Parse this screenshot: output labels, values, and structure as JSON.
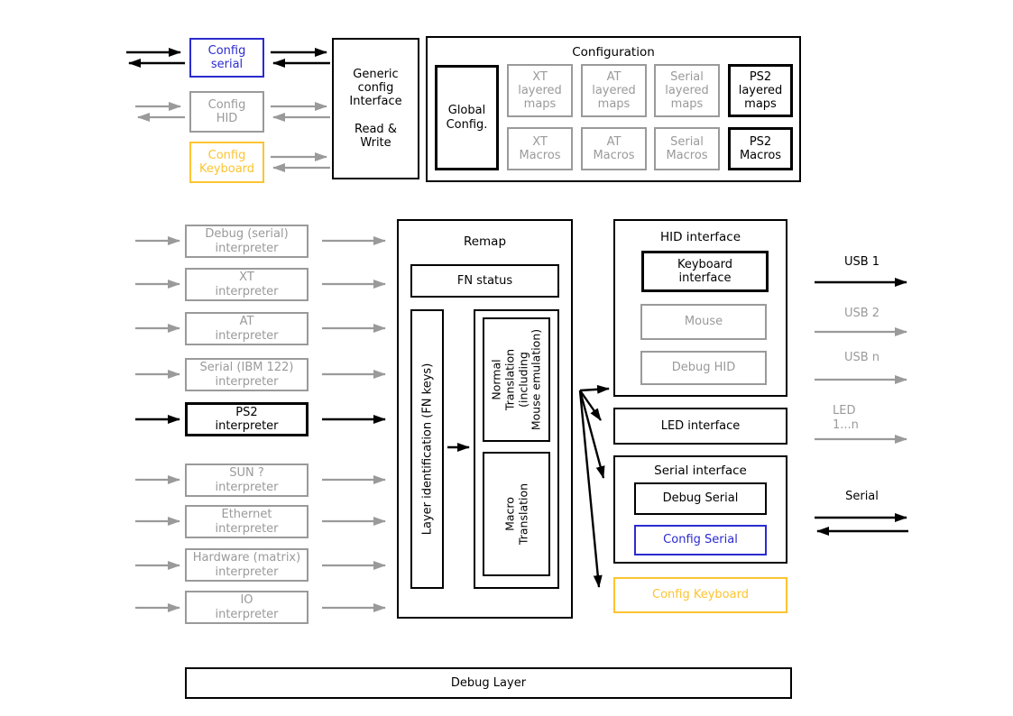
{
  "colors": {
    "active": "#000000",
    "inactive": "#9a9a9a",
    "config_serial_accent": "#2b2bd0",
    "config_keyboard_accent": "#fdc431",
    "background": "#ffffff"
  },
  "config_section": {
    "config_serial": {
      "label": "Config\nserial",
      "state": "blue"
    },
    "config_hid": {
      "label": "Config\nHID",
      "state": "inactive"
    },
    "config_keyboard": {
      "label": "Config\nKeyboard",
      "state": "yellow"
    },
    "generic_config": {
      "label": "Generic\nconfig\nInterface\n\nRead &\nWrite",
      "state": "active"
    },
    "configuration": {
      "title": "Configuration",
      "global_config": {
        "label": "Global\nConfig.",
        "state": "active"
      },
      "grid": [
        {
          "label": "XT\nlayered\nmaps",
          "state": "inactive"
        },
        {
          "label": "AT\nlayered\nmaps",
          "state": "inactive"
        },
        {
          "label": "Serial\nlayered\nmaps",
          "state": "inactive"
        },
        {
          "label": "PS2\nlayered\nmaps",
          "state": "active"
        },
        {
          "label": "XT\nMacros",
          "state": "inactive"
        },
        {
          "label": "AT\nMacros",
          "state": "inactive"
        },
        {
          "label": "Serial\nMacros",
          "state": "inactive"
        },
        {
          "label": "PS2\nMacros",
          "state": "active"
        }
      ]
    }
  },
  "interpreters": [
    {
      "label": "Debug (serial)\ninterpreter",
      "state": "inactive"
    },
    {
      "label": "XT\ninterpreter",
      "state": "inactive"
    },
    {
      "label": "AT\ninterpreter",
      "state": "inactive"
    },
    {
      "label": "Serial (IBM 122)\ninterpreter",
      "state": "inactive"
    },
    {
      "label": "PS2\ninterpreter",
      "state": "active"
    },
    {
      "label": "SUN ?\ninterpreter",
      "state": "inactive"
    },
    {
      "label": "Ethernet\ninterpreter",
      "state": "inactive"
    },
    {
      "label": "Hardware (matrix)\ninterpreter",
      "state": "inactive"
    },
    {
      "label": "IO\ninterpreter",
      "state": "inactive"
    }
  ],
  "remap": {
    "title": "Remap",
    "fn_status": "FN status",
    "layer_identification": "Layer identification (FN keys)",
    "normal_translation": "Normal\nTranslation\n(including\nMouse emulation)",
    "macro_translation": "Macro\nTranslation"
  },
  "hid_interface": {
    "title": "HID interface",
    "keyboard_interface": {
      "label": "Keyboard\ninterface",
      "state": "active"
    },
    "mouse": {
      "label": "Mouse",
      "state": "inactive"
    },
    "debug_hid": {
      "label": "Debug HID",
      "state": "inactive"
    }
  },
  "led_interface": {
    "title": "LED interface"
  },
  "serial_interface": {
    "title": "Serial interface",
    "debug_serial": {
      "label": "Debug Serial",
      "state": "active"
    },
    "config_serial": {
      "label": "Config Serial",
      "state": "blue"
    }
  },
  "config_keyboard_out": {
    "label": "Config Keyboard",
    "state": "yellow"
  },
  "outputs": [
    {
      "label": "USB 1",
      "state": "active"
    },
    {
      "label": "USB 2",
      "state": "inactive"
    },
    {
      "label": "USB n",
      "state": "inactive"
    },
    {
      "label": "LED\n1...n",
      "state": "inactive"
    },
    {
      "label": "Serial",
      "state": "active"
    }
  ],
  "debug_layer": {
    "label": "Debug Layer"
  }
}
